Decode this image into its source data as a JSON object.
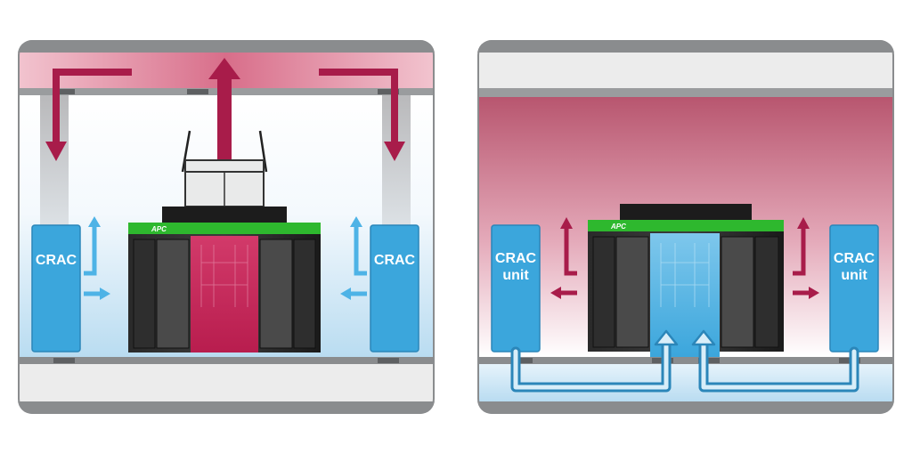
{
  "left_panel": {
    "units": [
      {
        "label": "CRAC"
      },
      {
        "label": "CRAC"
      }
    ]
  },
  "right_panel": {
    "units": [
      {
        "label": "CRAC\nunit"
      },
      {
        "label": "CRAC\nunit"
      }
    ]
  },
  "colors": {
    "hot_air": "#a81c4a",
    "cold_air": "#3ba6dc",
    "frame": "#8a8c8e",
    "rack_trim": "#2eb82e",
    "rack_body": "#1e1e1e"
  }
}
